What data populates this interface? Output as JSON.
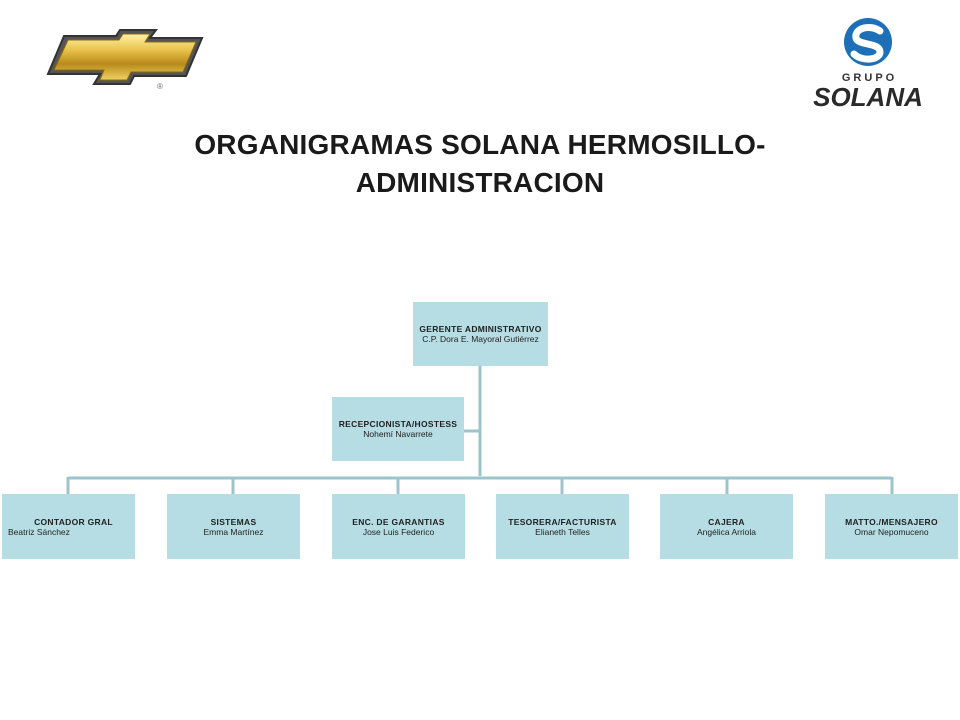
{
  "title": {
    "line1": "ORGANIGRAMAS SOLANA HERMOSILLO-",
    "line2": "ADMINISTRACION"
  },
  "logos": {
    "left": {
      "icon": "chevrolet-bowtie-logo",
      "mark": "®"
    },
    "right": {
      "icon": "grupo-solana-logo",
      "top_text": "G R U P O",
      "brand_text": "SOLANA"
    }
  },
  "org": {
    "top": {
      "role": "GERENTE ADMINISTRATIVO",
      "person": "C.P. Dora E. Mayoral Gutiérrez"
    },
    "assistant": {
      "role": "RECEPCIONISTA/HOSTESS",
      "person": "Nohemí Navarrete"
    },
    "subordinates": [
      {
        "role": "CONTADOR GRAL",
        "person": "Beatriz Sánchez"
      },
      {
        "role": "SISTEMAS",
        "person": "Emma Martínez"
      },
      {
        "role": "ENC.  DE GARANTIAS",
        "person": "Jose Luis Federico"
      },
      {
        "role": "TESORERA/FACTURISTA",
        "person": "Elianeth  Telles"
      },
      {
        "role": "CAJERA",
        "person": "Angélica Arriola"
      },
      {
        "role": "MATTO./MENSAJERO",
        "person": "Omar Nepomuceno"
      }
    ]
  },
  "colors": {
    "box_fill": "#b6dde4",
    "connector": "#9ec3cb",
    "brand_blue": "#1d6fb8",
    "chevy_gold": "#d9b13a"
  }
}
